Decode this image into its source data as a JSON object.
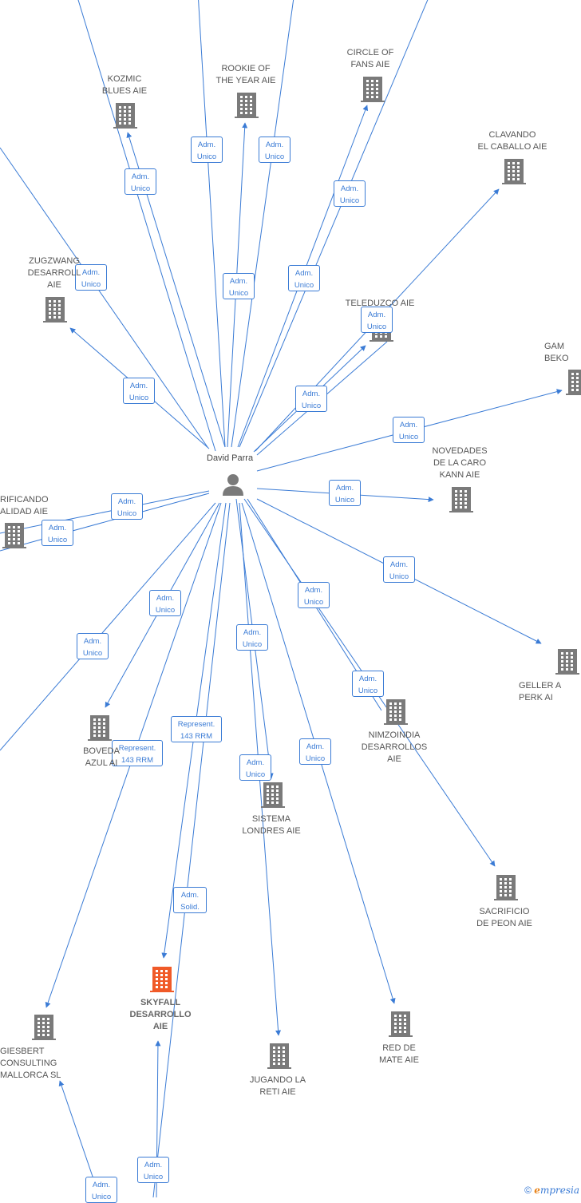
{
  "center": {
    "label": "David Parra"
  },
  "colors": {
    "edge": "#3a7bd5",
    "building": "#7a7a7a",
    "highlight": "#f05a28"
  },
  "nodes": [
    {
      "id": "kozmic",
      "label": "KOZMIC\nBLUES  AIE"
    },
    {
      "id": "rookie",
      "label": "ROOKIE OF\nTHE YEAR  AIE"
    },
    {
      "id": "circle",
      "label": "CIRCLE OF\nFANS  AIE"
    },
    {
      "id": "clavando",
      "label": "CLAVANDO\nEL CABALLO  AIE"
    },
    {
      "id": "zugzwang",
      "label": "ZUGZWANG\nDESARROLL\nAIE"
    },
    {
      "id": "teleduzco",
      "label": "TELEDUZCO  AIE"
    },
    {
      "id": "gam",
      "label": "GAM\nBEKO"
    },
    {
      "id": "novedades",
      "label": "NOVEDADES\nDE LA CARO\nKANN  AIE"
    },
    {
      "id": "rificando",
      "label": "RIFICANDO\nALIDAD  AIE"
    },
    {
      "id": "geller",
      "label": "GELLER A\nPERK  AI"
    },
    {
      "id": "nimzoindia",
      "label": "NIMZOINDIA\nDESARROLLOS\nAIE"
    },
    {
      "id": "boveda",
      "label": "BOVEDA\nAZUL  AI"
    },
    {
      "id": "sistema",
      "label": "SISTEMA\nLONDRES  AIE"
    },
    {
      "id": "sacrificio",
      "label": "SACRIFICIO\nDE PEON  AIE"
    },
    {
      "id": "skyfall",
      "label": "SKYFALL\nDESARROLLO\nAIE",
      "highlight": true
    },
    {
      "id": "giesbert",
      "label": "GIESBERT\nCONSULTING\nMALLORCA  SL"
    },
    {
      "id": "jugando",
      "label": "JUGANDO LA\nRETI  AIE"
    },
    {
      "id": "redmate",
      "label": "RED DE\nMATE  AIE"
    }
  ],
  "edges": [
    {
      "label": "Adm.\nUnico"
    },
    {
      "label": "Adm.\nUnico"
    },
    {
      "label": "Adm.\nUnico"
    },
    {
      "label": "Adm.\nUnico"
    },
    {
      "label": "Adm.\nUnico"
    },
    {
      "label": "Adm.\nUnico"
    },
    {
      "label": "Adm.\nUnico"
    },
    {
      "label": "Adm.\nUnico"
    },
    {
      "label": "Adm.\nUnico"
    },
    {
      "label": "Adm.\nUnico"
    },
    {
      "label": "Adm.\nUnico"
    },
    {
      "label": "Adm.\nUnico"
    },
    {
      "label": "Adm.\nUnico"
    },
    {
      "label": "Adm.\nUnico"
    },
    {
      "label": "Adm.\nUnico"
    },
    {
      "label": "Adm.\nUnico"
    },
    {
      "label": "Adm.\nUnico"
    },
    {
      "label": "Adm.\nUnico"
    },
    {
      "label": "Adm.\nUnico"
    },
    {
      "label": "Adm.\nUnico"
    },
    {
      "label": "Adm.\nUnico"
    },
    {
      "label": "Adm.\nUnico"
    },
    {
      "label": "Represent.\n143 RRM"
    },
    {
      "label": "Represent.\n143 RRM"
    },
    {
      "label": "Adm.\nUnico"
    },
    {
      "label": "Adm.\nSolid."
    },
    {
      "label": "Adm.\nUnico"
    },
    {
      "label": "Adm.\nUnico"
    }
  ],
  "footer": {
    "copyright": "©",
    "brand_e": "e",
    "brand_rest": "mpresia"
  }
}
